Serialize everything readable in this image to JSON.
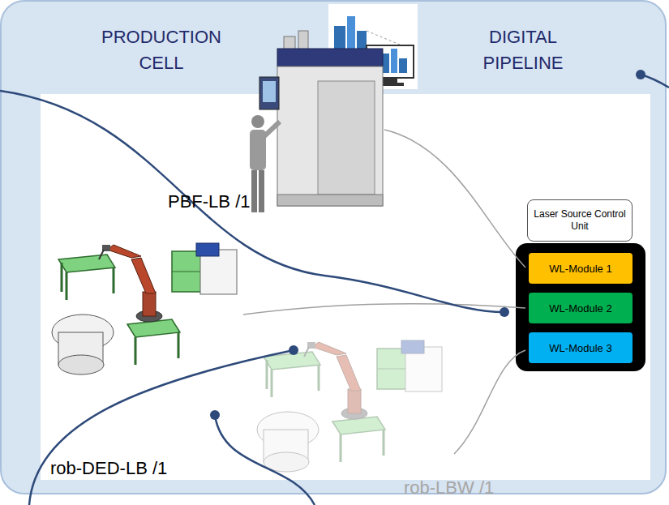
{
  "diagram": {
    "nodes": [
      {
        "text": [
          "PRODUCTION CELL",
          "DIGITAL PIPELINE"
        ]
      },
      {
        "text": [
          "Laser Source Control Unit"
        ],
        "in": 0
      },
      {
        "text": [
          "WL-Module 1"
        ],
        "in": 0
      },
      {
        "text": [
          "WL-Module 2"
        ],
        "in": 0
      },
      {
        "text": [
          "WL-Module 3"
        ],
        "in": 0
      }
    ],
    "labels": [
      "PBF-LB /1",
      "rob-DED-LB /1",
      "rob-LBW /1"
    ]
  }
}
